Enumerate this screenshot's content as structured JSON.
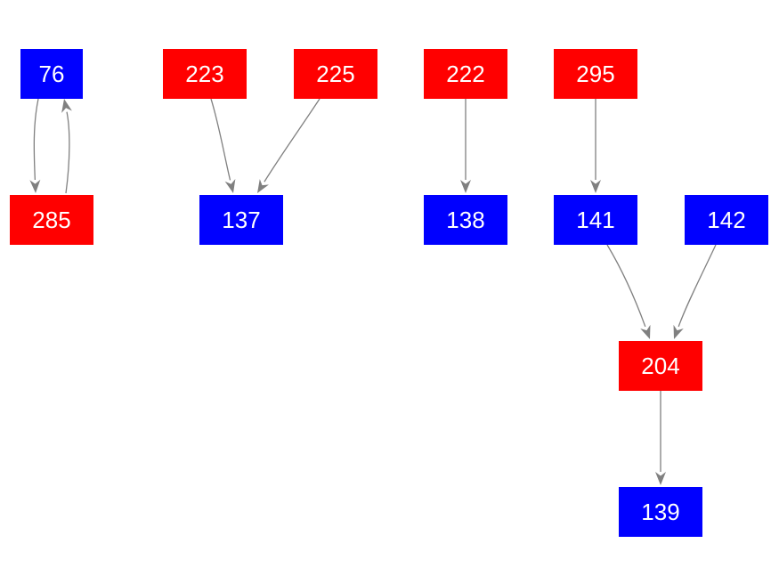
{
  "colors": {
    "red": "#ff0000",
    "blue": "#0000ff",
    "edge": "#808080",
    "label": "#ffffff"
  },
  "nodes": [
    {
      "id": "76",
      "label": "76",
      "color": "blue"
    },
    {
      "id": "285",
      "label": "285",
      "color": "red"
    },
    {
      "id": "223",
      "label": "223",
      "color": "red"
    },
    {
      "id": "225",
      "label": "225",
      "color": "red"
    },
    {
      "id": "137",
      "label": "137",
      "color": "blue"
    },
    {
      "id": "222",
      "label": "222",
      "color": "red"
    },
    {
      "id": "138",
      "label": "138",
      "color": "blue"
    },
    {
      "id": "295",
      "label": "295",
      "color": "red"
    },
    {
      "id": "141",
      "label": "141",
      "color": "blue"
    },
    {
      "id": "142",
      "label": "142",
      "color": "blue"
    },
    {
      "id": "204",
      "label": "204",
      "color": "red"
    },
    {
      "id": "139",
      "label": "139",
      "color": "blue"
    }
  ],
  "edges": [
    {
      "from": "76",
      "to": "285"
    },
    {
      "from": "285",
      "to": "76"
    },
    {
      "from": "223",
      "to": "137"
    },
    {
      "from": "225",
      "to": "137"
    },
    {
      "from": "222",
      "to": "138"
    },
    {
      "from": "295",
      "to": "141"
    },
    {
      "from": "141",
      "to": "204"
    },
    {
      "from": "142",
      "to": "204"
    },
    {
      "from": "204",
      "to": "139"
    }
  ]
}
